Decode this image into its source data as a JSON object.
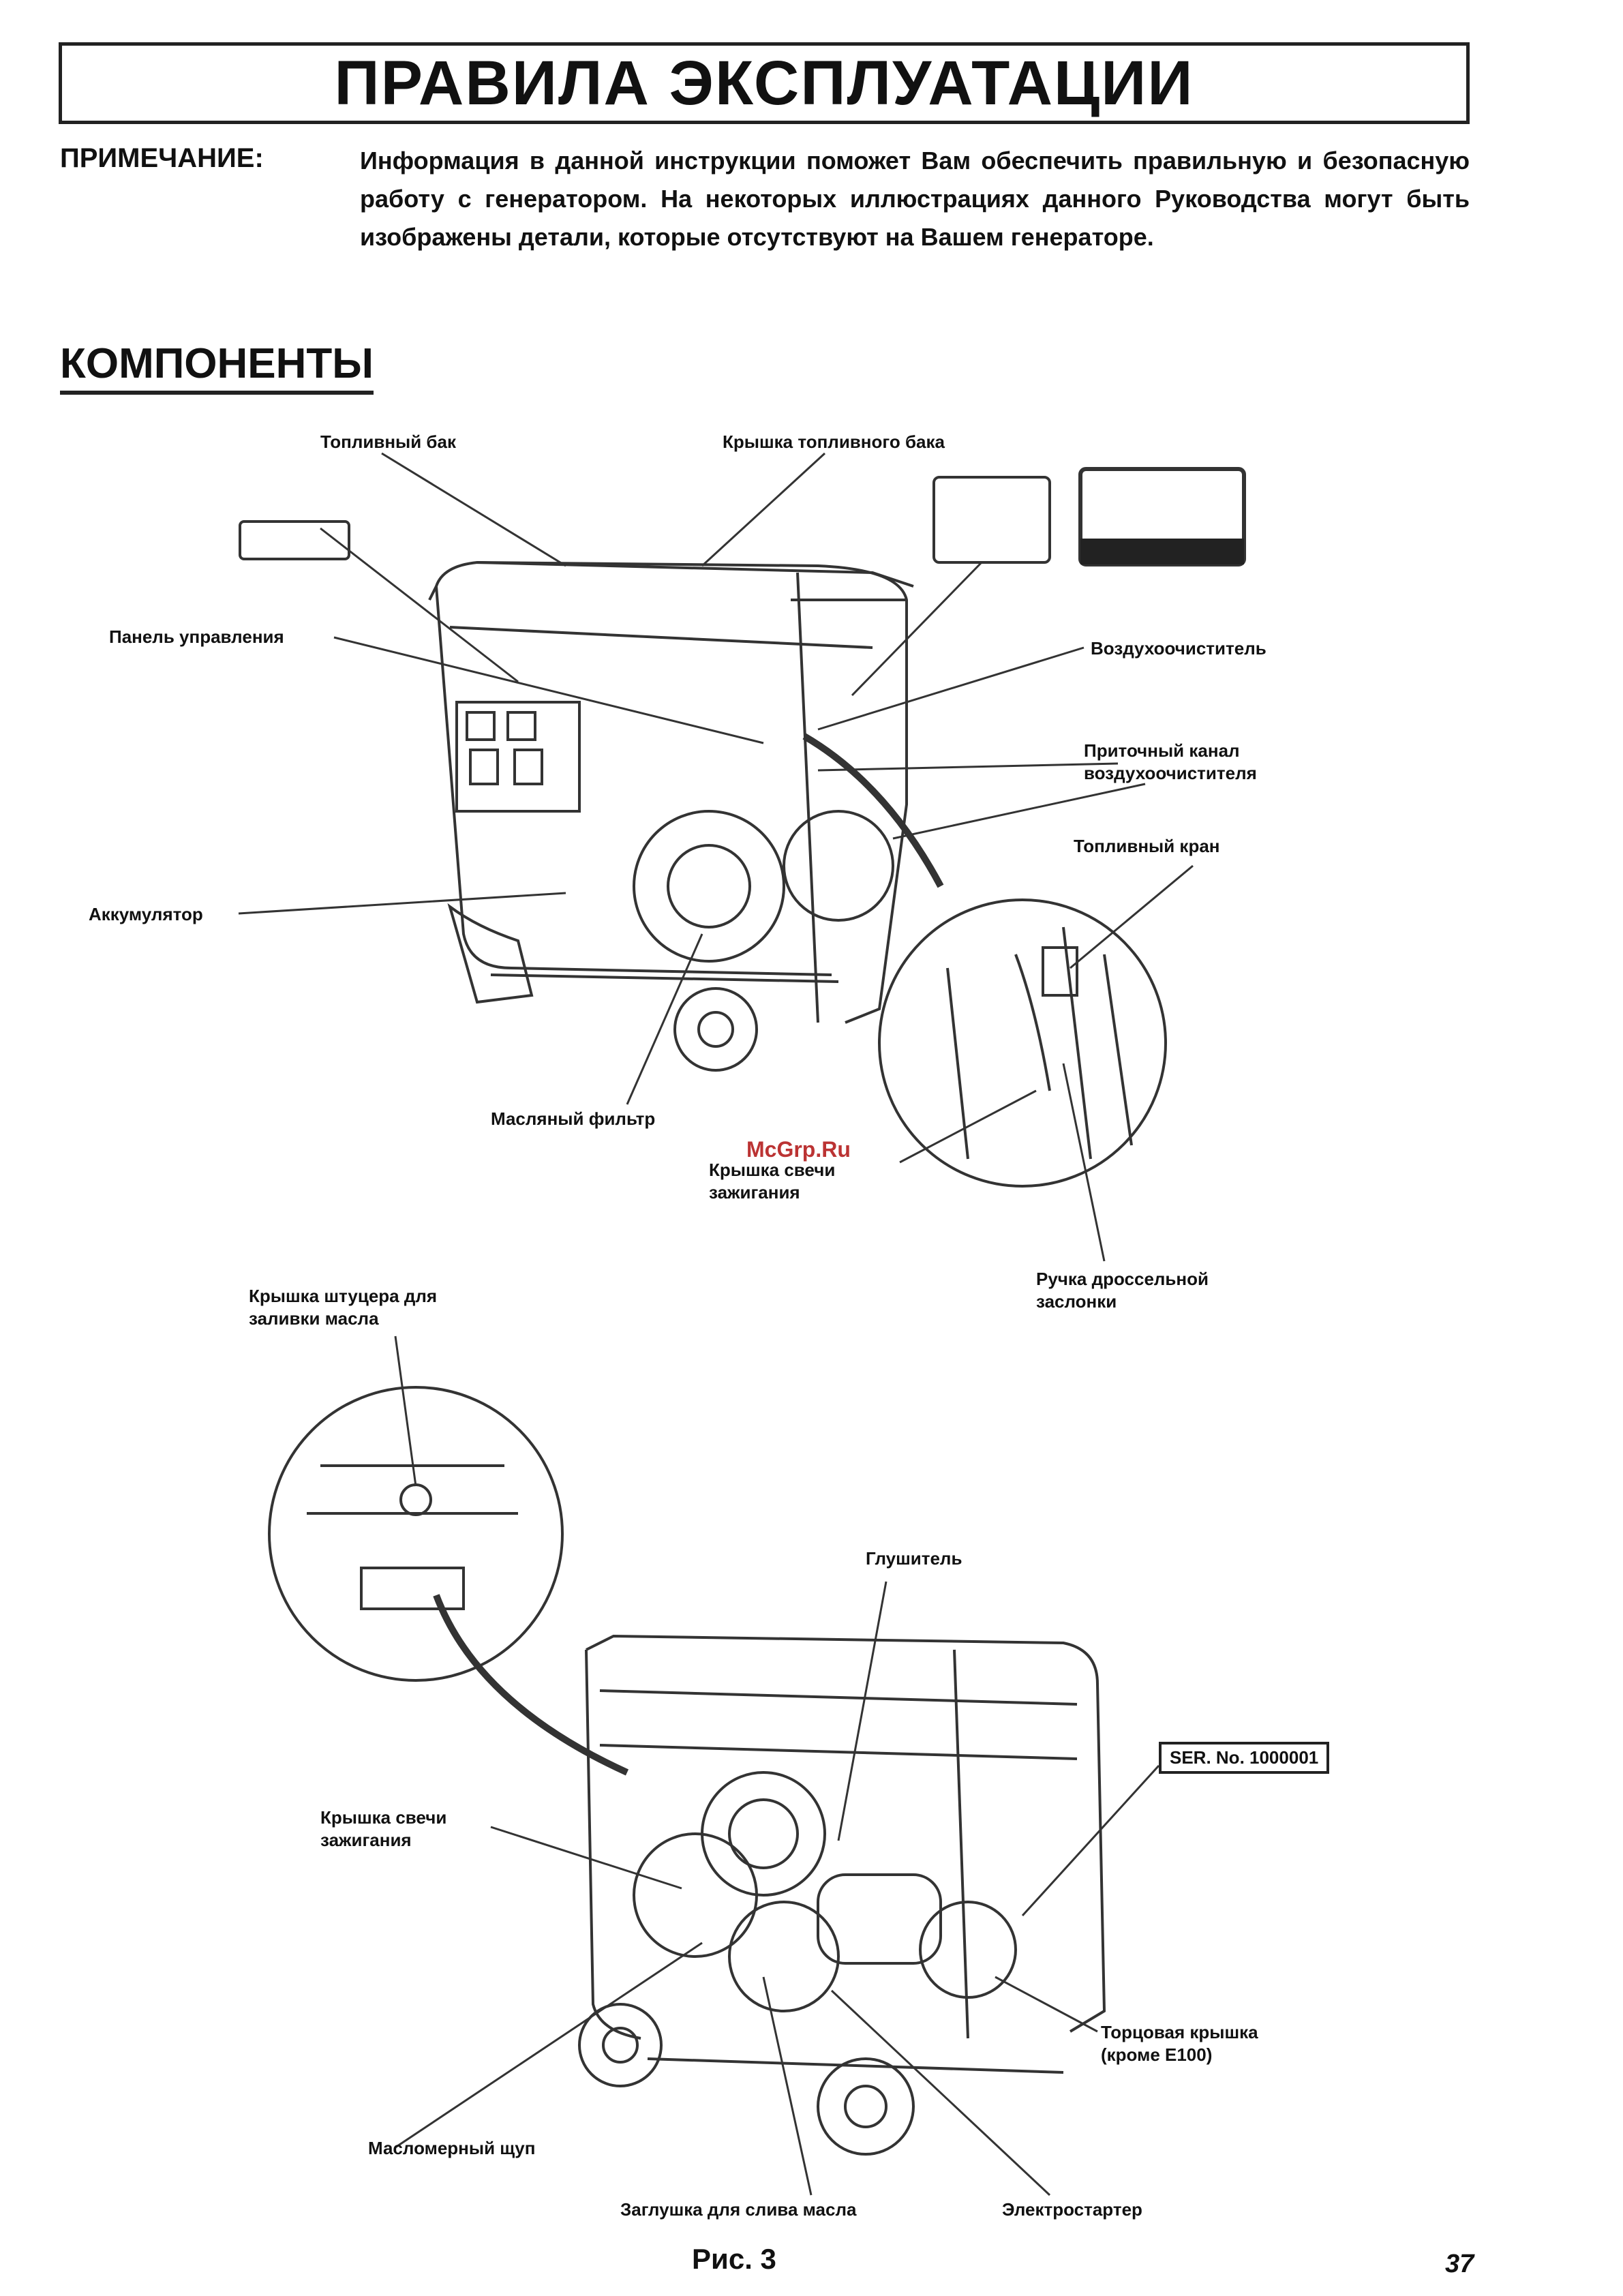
{
  "title": "ПРАВИЛА ЭКСПЛУАТАЦИИ",
  "note": {
    "label": "ПРИМЕЧАНИЕ:",
    "text": "Информация в данной инструкции поможет Вам обеспечить правильную и безопасную работу с генератором. На некоторых иллюстрациях данного Руководства могут быть изображены детали, которые отсутствуют на Вашем генераторе."
  },
  "section_title": "КОМПОНЕНТЫ",
  "labels_top": {
    "fuel_tank": "Топливный бак",
    "fuel_cap": "Крышка топливного бака",
    "control_panel": "Панель управления",
    "air_cleaner": "Воздухоочиститель",
    "air_intake_1": "Приточный канал",
    "air_intake_2": "воздухоочистителя",
    "fuel_valve": "Топливный кран",
    "battery": "Аккумулятор",
    "oil_filter": "Масляный фильтр",
    "spark_cap_1": "Крышка свечи",
    "spark_cap_2": "зажигания",
    "choke_1": "Ручка дроссельной",
    "choke_2": "заслонки"
  },
  "labels_bottom": {
    "oil_fill_1": "Крышка штуцера для",
    "oil_fill_2": "заливки масла",
    "muffler": "Глушитель",
    "serial": "SER. No. 1000001",
    "spark_cap_1": "Крышка свечи",
    "spark_cap_2": "зажигания",
    "end_cover_1": "Торцовая крышка",
    "end_cover_2": "(кроме Е100)",
    "dipstick": "Масломерный щуп",
    "drain_plug": "Заглушка для слива масла",
    "starter": "Электростартер"
  },
  "figure_caption": "Рис. 3",
  "page_number": "37",
  "watermark": "McGrp.Ru"
}
